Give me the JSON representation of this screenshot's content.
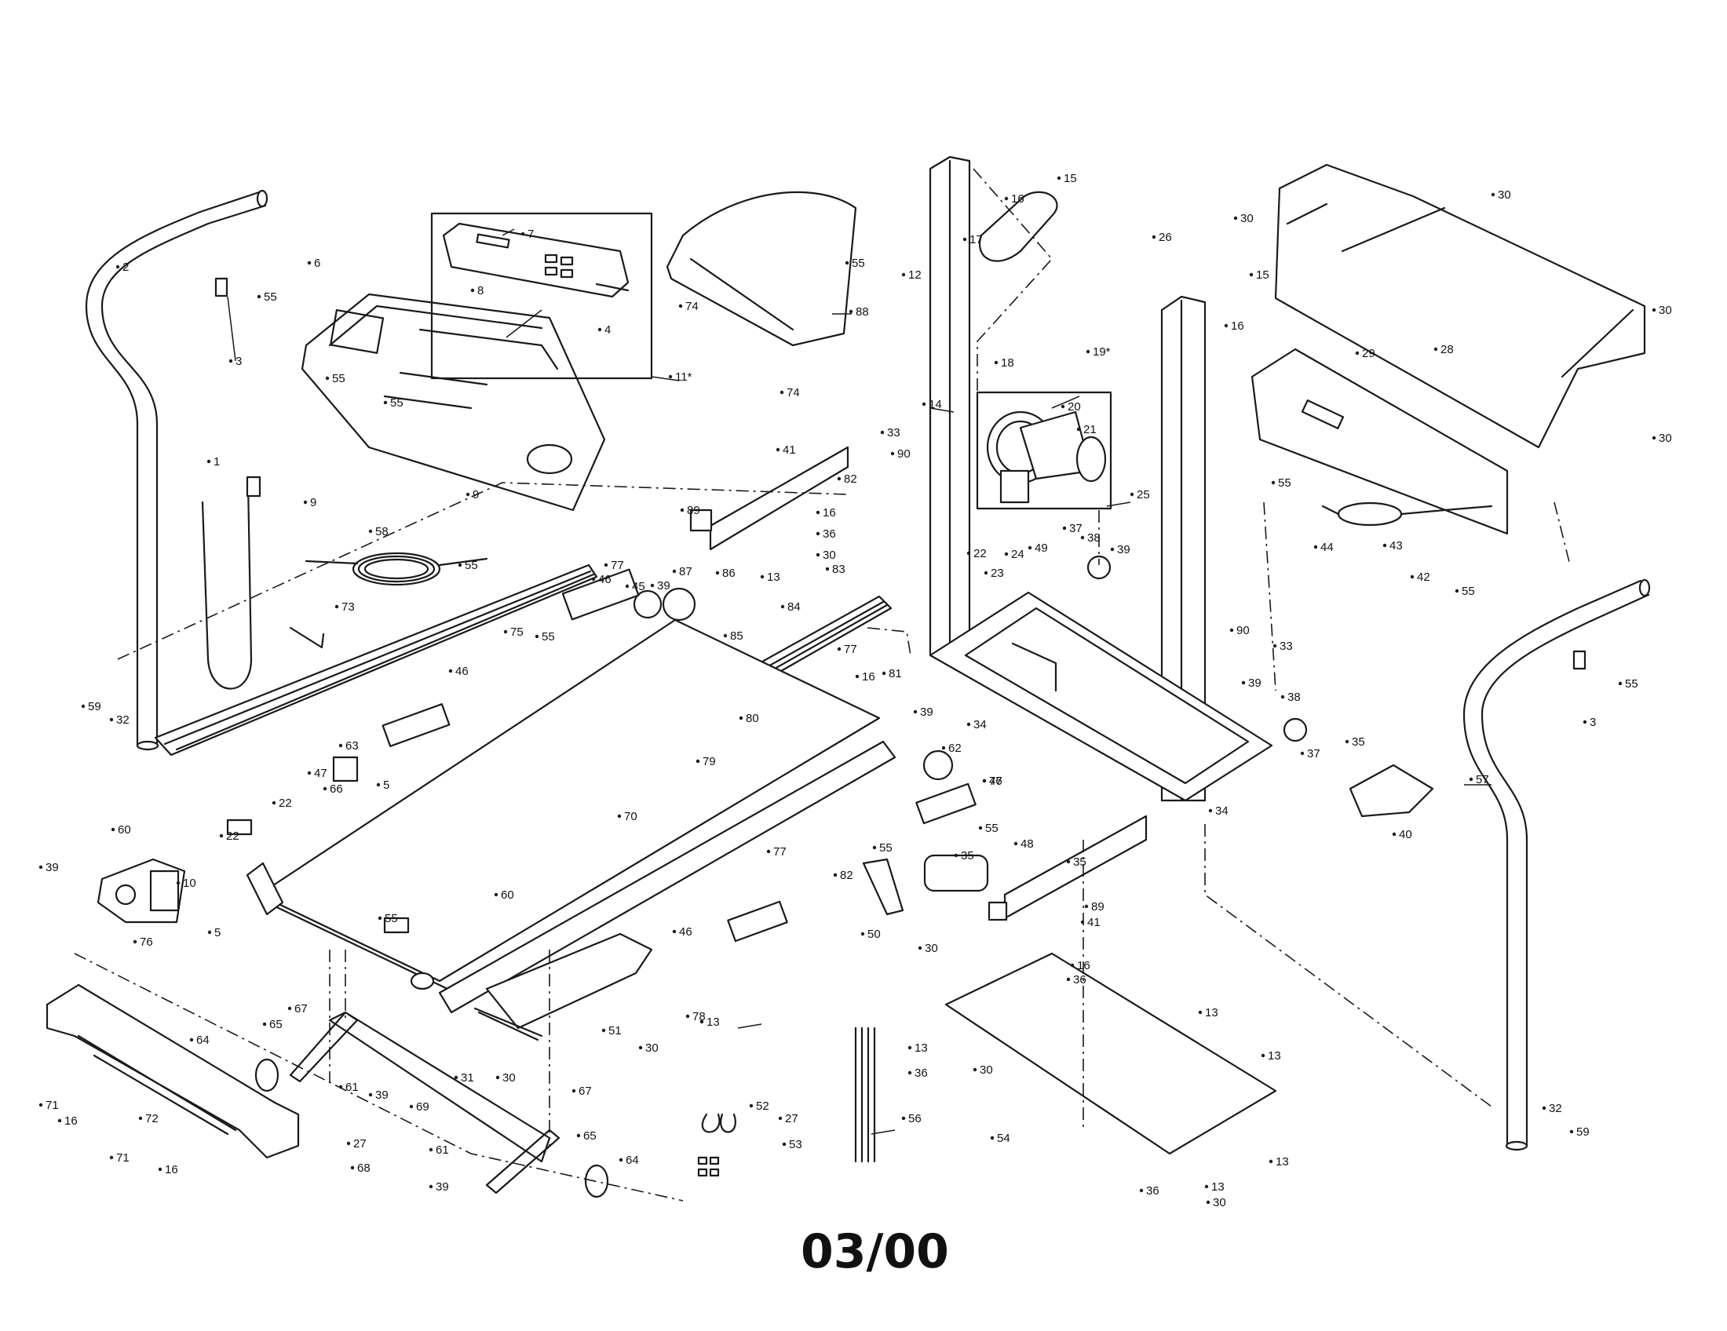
{
  "footer": {
    "date": "03/00"
  },
  "callouts": [
    {
      "text": "2"
    },
    {
      "text": "55"
    },
    {
      "text": "3"
    },
    {
      "text": "6"
    },
    {
      "text": "7"
    },
    {
      "text": "8"
    },
    {
      "text": "4"
    },
    {
      "text": "11*"
    },
    {
      "text": "74"
    },
    {
      "text": "74"
    },
    {
      "text": "88"
    },
    {
      "text": "1"
    },
    {
      "text": "55"
    },
    {
      "text": "55"
    },
    {
      "text": "9"
    },
    {
      "text": "9"
    },
    {
      "text": "55"
    },
    {
      "text": "58"
    },
    {
      "text": "73"
    },
    {
      "text": "59"
    },
    {
      "text": "32"
    },
    {
      "text": "75"
    },
    {
      "text": "46"
    },
    {
      "text": "55"
    },
    {
      "text": "77"
    },
    {
      "text": "45"
    },
    {
      "text": "39"
    },
    {
      "text": "87"
    },
    {
      "text": "86"
    },
    {
      "text": "13"
    },
    {
      "text": "84"
    },
    {
      "text": "85"
    },
    {
      "text": "83"
    },
    {
      "text": "41"
    },
    {
      "text": "82"
    },
    {
      "text": "89"
    },
    {
      "text": "16"
    },
    {
      "text": "36"
    },
    {
      "text": "30"
    },
    {
      "text": "15"
    },
    {
      "text": "16"
    },
    {
      "text": "55"
    },
    {
      "text": "12"
    },
    {
      "text": "17"
    },
    {
      "text": "14"
    },
    {
      "text": "33"
    },
    {
      "text": "90"
    },
    {
      "text": "18"
    },
    {
      "text": "19*"
    },
    {
      "text": "20"
    },
    {
      "text": "21"
    },
    {
      "text": "26"
    },
    {
      "text": "15"
    },
    {
      "text": "16"
    },
    {
      "text": "25"
    },
    {
      "text": "22"
    },
    {
      "text": "23"
    },
    {
      "text": "24"
    },
    {
      "text": "49"
    },
    {
      "text": "37"
    },
    {
      "text": "38"
    },
    {
      "text": "39"
    },
    {
      "text": "30"
    },
    {
      "text": "30"
    },
    {
      "text": "28"
    },
    {
      "text": "30"
    },
    {
      "text": "29"
    },
    {
      "text": "30"
    },
    {
      "text": "55"
    },
    {
      "text": "44"
    },
    {
      "text": "43"
    },
    {
      "text": "42"
    },
    {
      "text": "55"
    },
    {
      "text": "55"
    },
    {
      "text": "3"
    },
    {
      "text": "57"
    },
    {
      "text": "90"
    },
    {
      "text": "33"
    },
    {
      "text": "39"
    },
    {
      "text": "38"
    },
    {
      "text": "37"
    },
    {
      "text": "35"
    },
    {
      "text": "40"
    },
    {
      "text": "34"
    },
    {
      "text": "34"
    },
    {
      "text": "62"
    },
    {
      "text": "39"
    },
    {
      "text": "16"
    },
    {
      "text": "81"
    },
    {
      "text": "77"
    },
    {
      "text": "80"
    },
    {
      "text": "79"
    },
    {
      "text": "77"
    },
    {
      "text": "70"
    },
    {
      "text": "55"
    },
    {
      "text": "77"
    },
    {
      "text": "46"
    },
    {
      "text": "63"
    },
    {
      "text": "47"
    },
    {
      "text": "66"
    },
    {
      "text": "5"
    },
    {
      "text": "22"
    },
    {
      "text": "60"
    },
    {
      "text": "22"
    },
    {
      "text": "39"
    },
    {
      "text": "10"
    },
    {
      "text": "76"
    },
    {
      "text": "5"
    },
    {
      "text": "60"
    },
    {
      "text": "55"
    },
    {
      "text": "46"
    },
    {
      "text": "46"
    },
    {
      "text": "55"
    },
    {
      "text": "35"
    },
    {
      "text": "48"
    },
    {
      "text": "82"
    },
    {
      "text": "50"
    },
    {
      "text": "35"
    },
    {
      "text": "41"
    },
    {
      "text": "89"
    },
    {
      "text": "16"
    },
    {
      "text": "36"
    },
    {
      "text": "30"
    },
    {
      "text": "13"
    },
    {
      "text": "13"
    },
    {
      "text": "13"
    },
    {
      "text": "36"
    },
    {
      "text": "30"
    },
    {
      "text": "54"
    },
    {
      "text": "13"
    },
    {
      "text": "13"
    },
    {
      "text": "36"
    },
    {
      "text": "30"
    },
    {
      "text": "78"
    },
    {
      "text": "13"
    },
    {
      "text": "51"
    },
    {
      "text": "30"
    },
    {
      "text": "31"
    },
    {
      "text": "30"
    },
    {
      "text": "67"
    },
    {
      "text": "67"
    },
    {
      "text": "65"
    },
    {
      "text": "64"
    },
    {
      "text": "61"
    },
    {
      "text": "39"
    },
    {
      "text": "69"
    },
    {
      "text": "72"
    },
    {
      "text": "71"
    },
    {
      "text": "16"
    },
    {
      "text": "71"
    },
    {
      "text": "16"
    },
    {
      "text": "27"
    },
    {
      "text": "68"
    },
    {
      "text": "61"
    },
    {
      "text": "39"
    },
    {
      "text": "65"
    },
    {
      "text": "64"
    },
    {
      "text": "52"
    },
    {
      "text": "27"
    },
    {
      "text": "53"
    },
    {
      "text": "56"
    },
    {
      "text": "32"
    },
    {
      "text": "59"
    }
  ]
}
